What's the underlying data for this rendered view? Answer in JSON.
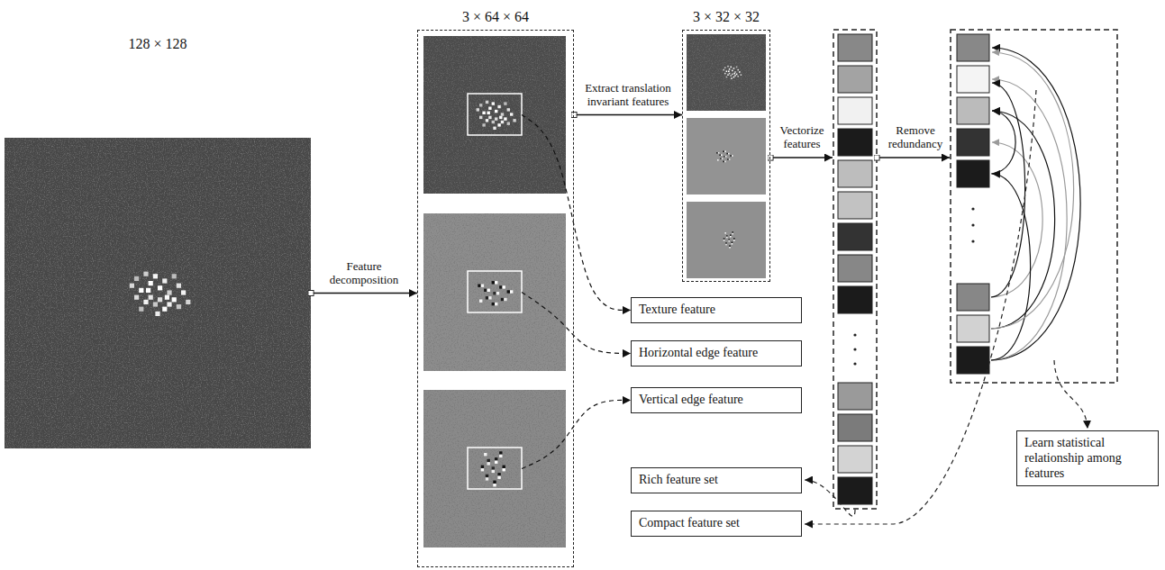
{
  "diagram": {
    "nodes": [
      {
        "text": [
          "128 × 128"
        ]
      },
      {
        "text": [
          "3 × 64 × 64"
        ]
      },
      {
        "text": [
          "3 × 32 × 32"
        ]
      },
      {
        "text": [
          "Texture feature"
        ]
      },
      {
        "text": [
          "Horizontal edge feature"
        ]
      },
      {
        "text": [
          "Vertical edge feature"
        ]
      },
      {
        "text": [
          "Rich feature set"
        ]
      },
      {
        "text": [
          "Compact feature set"
        ]
      },
      {
        "text": [
          "Learn statistical relationship among features"
        ]
      }
    ],
    "edges": [
      {
        "from": 0,
        "to": 1,
        "arrow": "to",
        "label": "Feature decomposition"
      },
      {
        "from": 1,
        "to": 2,
        "arrow": "to",
        "label": "Extract translation invariant features"
      },
      {
        "from": 1,
        "to": 3,
        "arrow": "to"
      },
      {
        "from": 1,
        "to": 4,
        "arrow": "to"
      },
      {
        "from": 1,
        "to": 5,
        "arrow": "to"
      }
    ],
    "labels": [
      "Vectorize features",
      "Remove redundancy"
    ]
  }
}
